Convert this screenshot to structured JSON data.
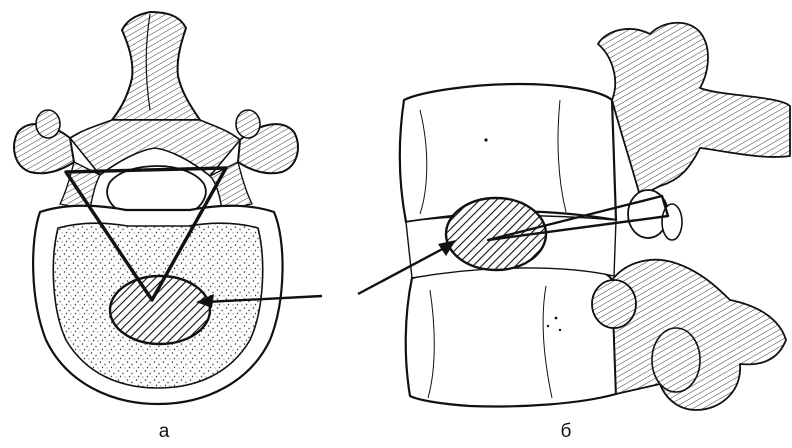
{
  "panels": [
    {
      "label": "а"
    },
    {
      "label": "б"
    }
  ],
  "colors": {
    "ink": "#111111",
    "paper": "#ffffff",
    "nucleus_fill": "hatched",
    "stipple": "#333333"
  }
}
